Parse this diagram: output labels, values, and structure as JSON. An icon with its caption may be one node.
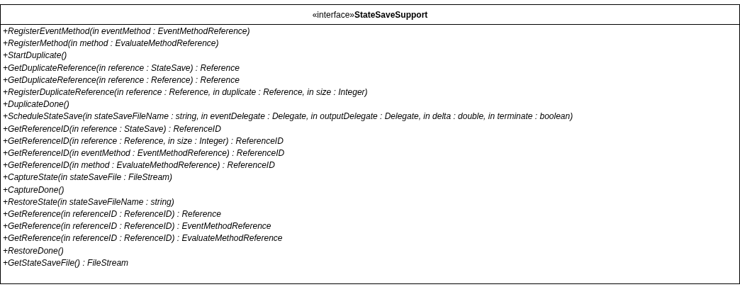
{
  "diagram": {
    "nodes": [
      {
        "text": [
          "«interface»**StateSaveSupport**",
          "+RegisterEventMethod(in eventMethod : EventMethodReference)",
          "+RegisterMethod(in method : EvaluateMethodReference)",
          "+StartDuplicate()",
          "+GetDuplicateReference(in reference : StateSave) : Reference",
          "+GetDuplicateReference(in reference : Reference) : Reference",
          "+RegisterDuplicateReference(in reference : Reference, in duplicate : Reference, in size : Integer)",
          "+DuplicateDone()",
          "+ScheduleStateSave(in stateSaveFileName : string, in eventDelegate : Delegate, in outputDelegate : Delegate, in delta : double, in terminate : boolean)",
          "+GetReferenceID(in reference : StateSave) : ReferenceID",
          "+GetReferenceID(in reference : Reference, in size : Integer) : ReferenceID",
          "+GetReferenceID(in eventMethod : EventMethodReference) : ReferenceID",
          "+GetReferenceID(in method : EvaluateMethodReference) : ReferenceID",
          "+CaptureState(in stateSaveFile : FileStream)",
          "+CaptureDone()",
          "+RestoreState(in stateSaveFileName : string)",
          "+GetReference(in referenceID : ReferenceID) : Reference",
          "+GetReference(in referenceID : ReferenceID) : EventMethodReference",
          "+GetReference(in referenceID : ReferenceID) : EvaluateMethodReference",
          "+RestoreDone()",
          "+GetStateSaveFile() : FileStream"
        ]
      }
    ]
  }
}
